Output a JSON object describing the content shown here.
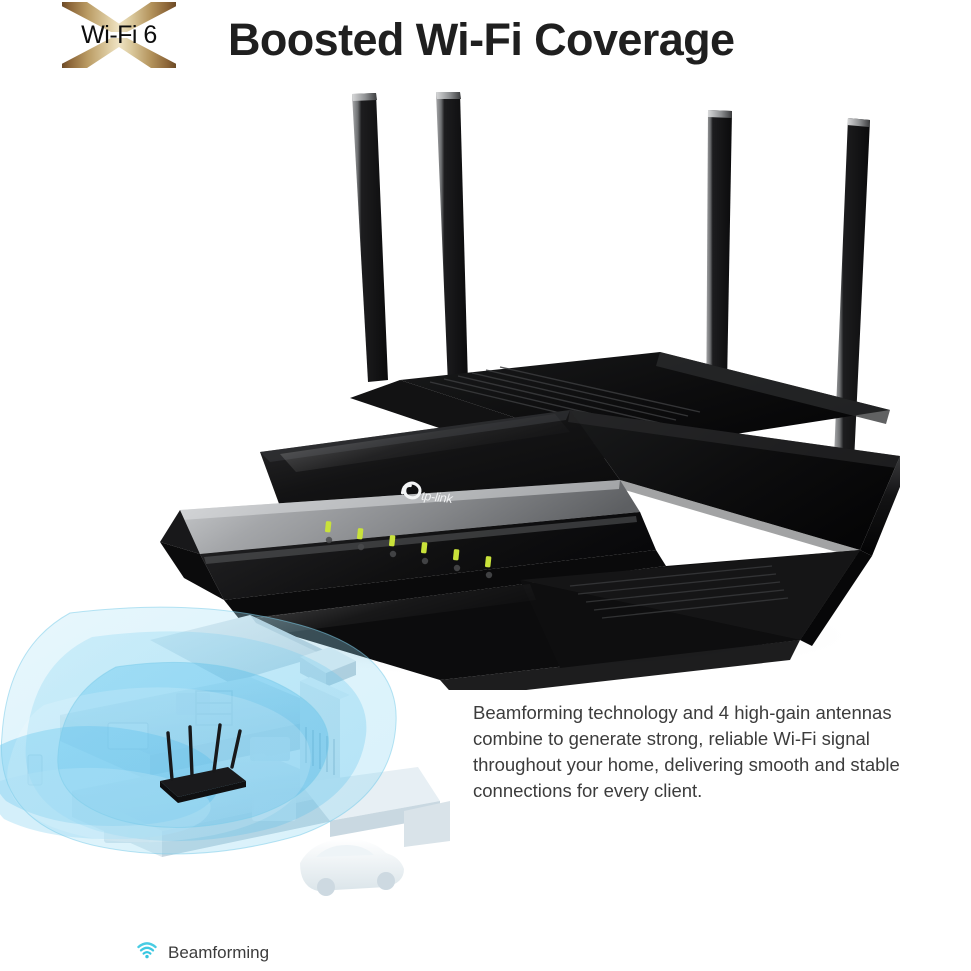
{
  "badge": {
    "label": "Wi-Fi 6",
    "icon": "wifi6-x-logo",
    "gradient_from": "#6b4a28",
    "gradient_to": "#efe3c4"
  },
  "headline": {
    "text": "Boosted Wi-Fi Coverage",
    "color": "#1f1f1f"
  },
  "product": {
    "name": "tp-link",
    "brand_logo": "tp-link-logo",
    "antenna_count": 4,
    "led_count": 6,
    "led_color": "#c9e23a",
    "body_color": "#121212",
    "panel_color": "#8d8f91"
  },
  "coverage": {
    "icon": "beamforming-wifi-icon",
    "signal_color": "#2fb5e8",
    "house_color": "#dfe9ef",
    "caption": "Beamforming"
  },
  "body_copy": {
    "line1": "Beamforming technology and 4 high-gain antennas",
    "line2": "combine to generate strong, reliable Wi-Fi signal",
    "line3": " throughout your home, delivering smooth and stable",
    "line4": " connections for every client.",
    "color": "#3c3c3c"
  }
}
